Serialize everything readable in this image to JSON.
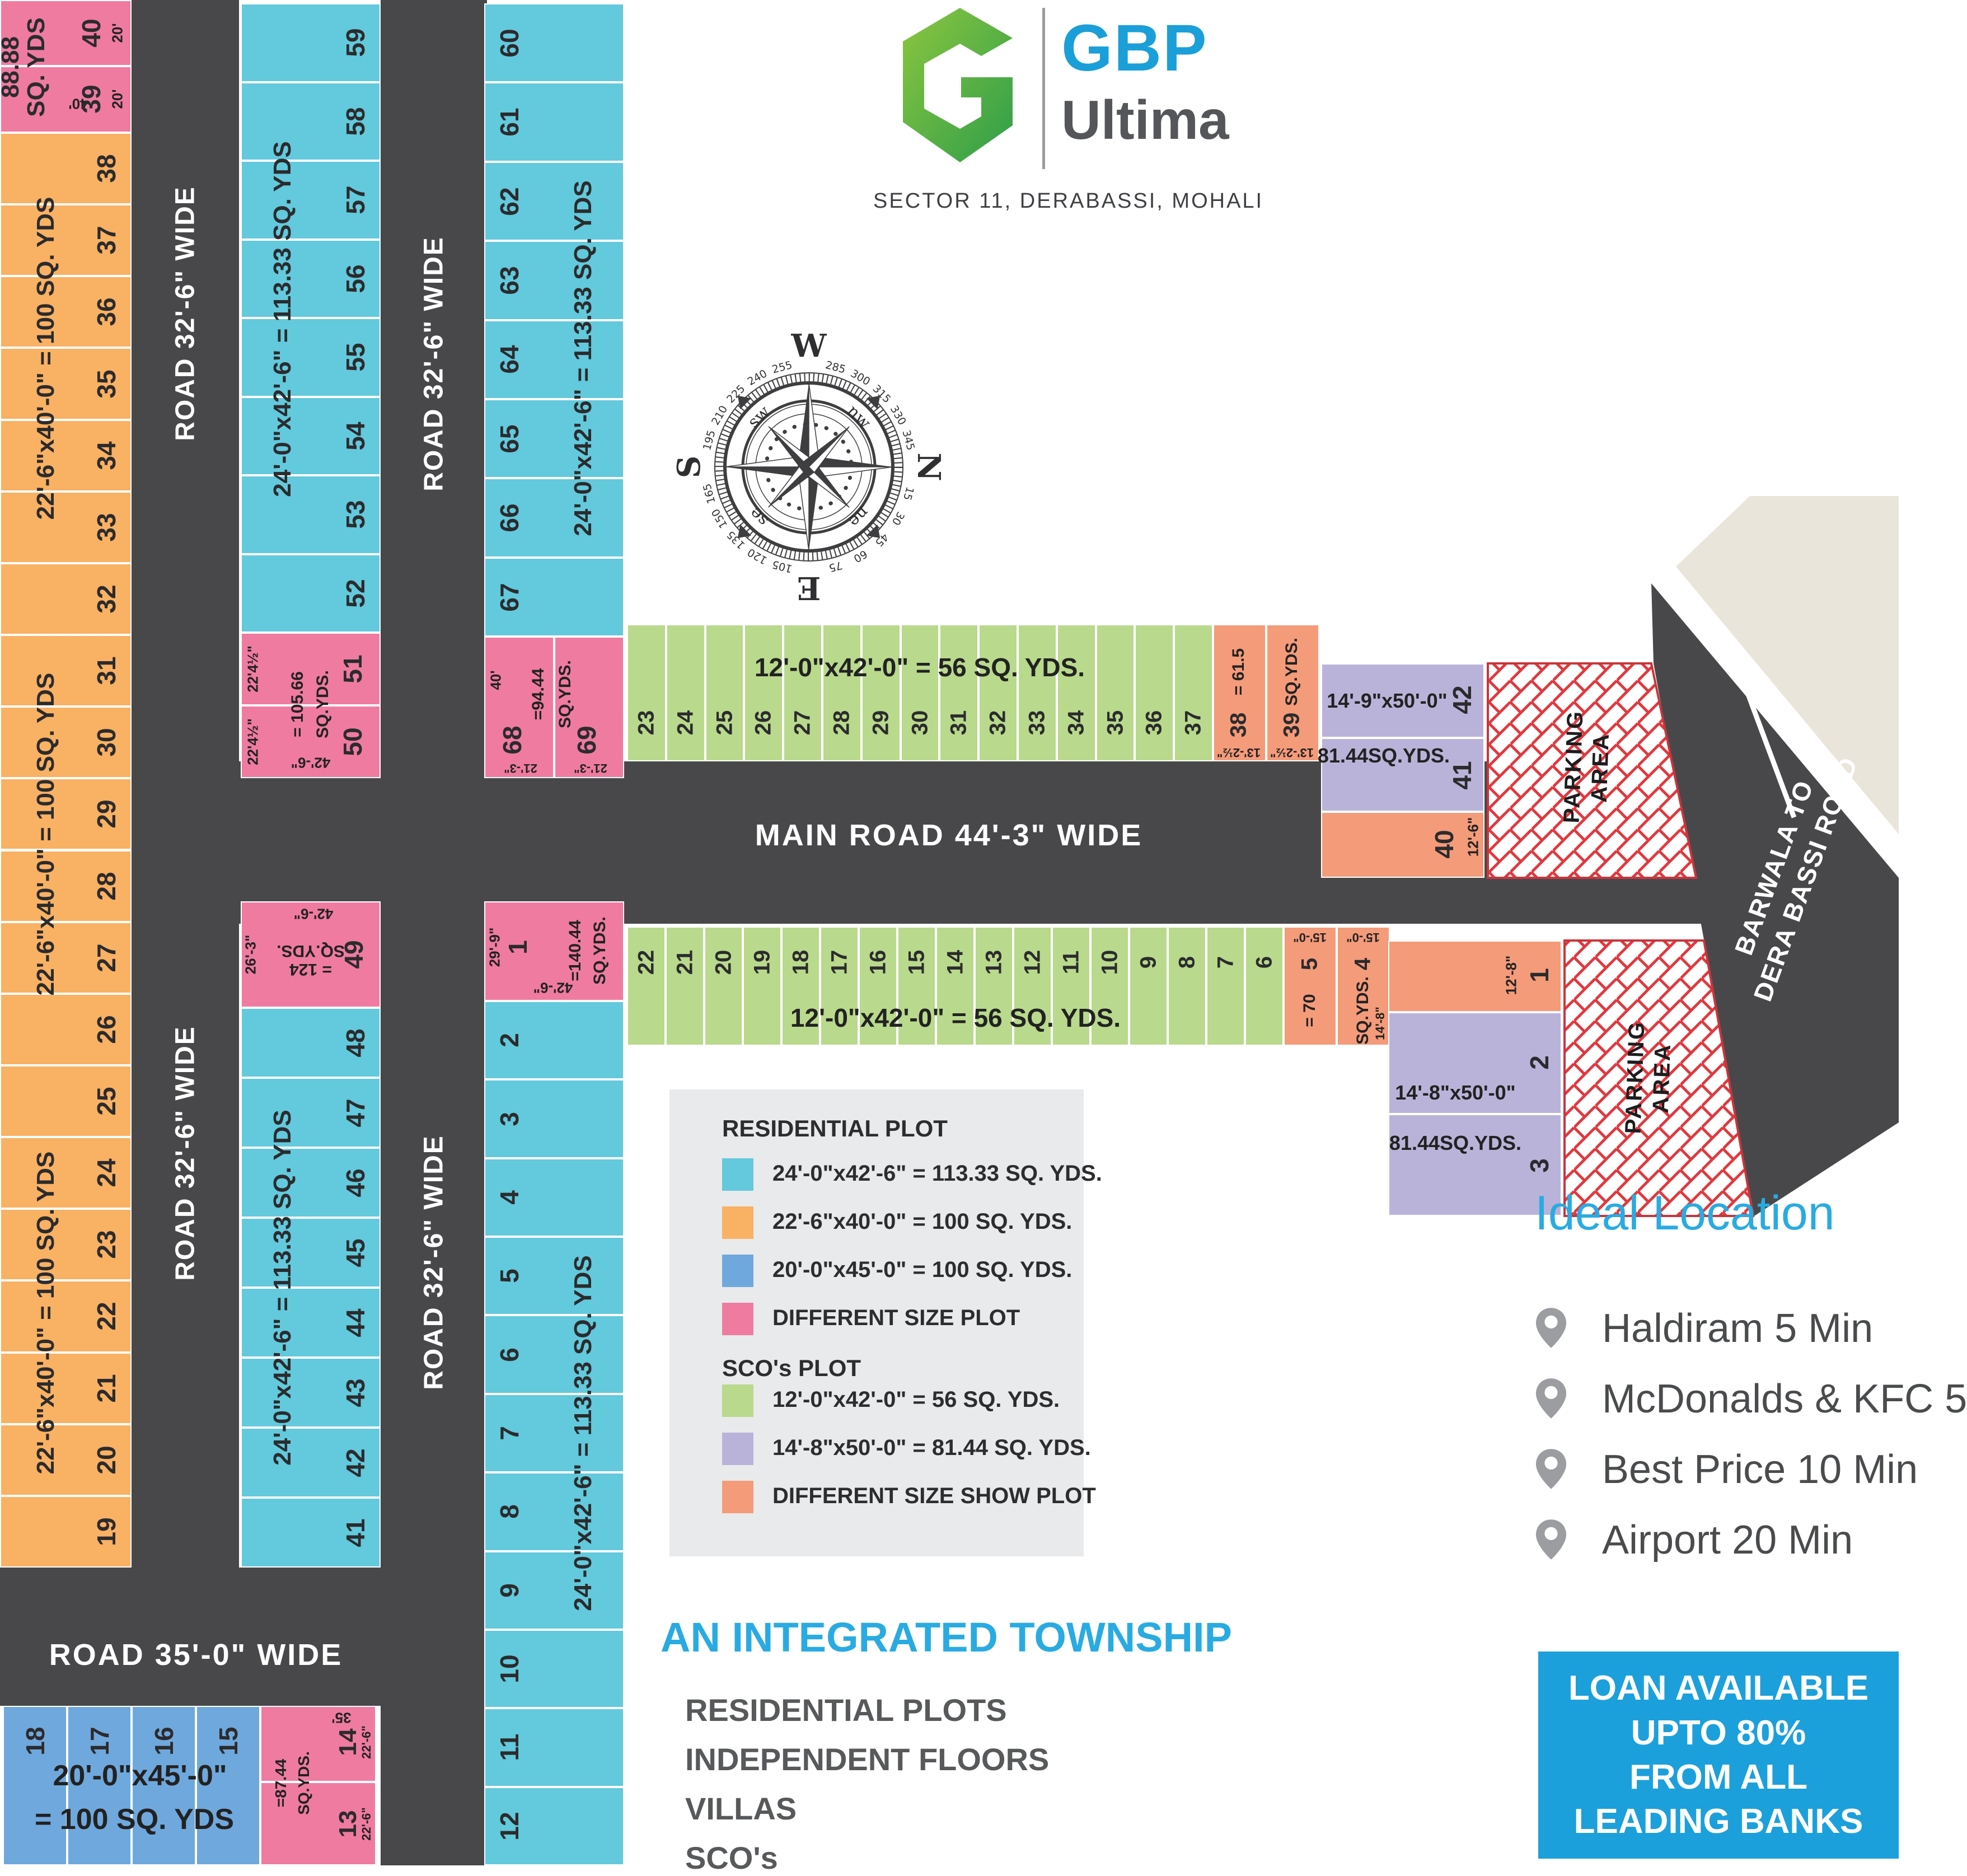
{
  "colors": {
    "road": "#48484a",
    "cyanPlot": "#63c9dc",
    "orangePlot": "#f9b163",
    "bluePlot": "#6fa8dc",
    "pinkPlot": "#ef7ba1",
    "greenPlot": "#b9d98c",
    "purplePlot": "#bab3d9",
    "salmonPlot": "#f49b7a",
    "accentBlue": "#29abe2",
    "loanBlue": "#1ca0db",
    "hatchRed": "#e0393f",
    "logoGreenLight": "#8cc63f",
    "logoGreenDark": "#2e9e49"
  },
  "header": {
    "brand": "GBP",
    "name": "Ultima",
    "subtitle": "SECTOR 11, DERABASSI, MOHALI"
  },
  "roads": {
    "road32": "ROAD 32'-6\" WIDE",
    "main": "MAIN ROAD 44'-3\" WIDE",
    "road35": "ROAD 35'-0\" WIDE",
    "barwala1": "BARWALA TO",
    "barwala2": "DERA BASSI ROAD"
  },
  "parking": {
    "line1": "PARKING",
    "line2": "AREA"
  },
  "plan": {
    "resPlotLabel": "24'-0\"x42'-6\" = 113.33 SQ. YDS",
    "orangeLabel": "22'-6\"x40'-0\" = 100 SQ. YDS",
    "scoHeader": "12'-0\"x42'-0\" = 56 SQ. YDS.",
    "cornerPink": {
      "area1": "88.88",
      "area2": "SQ. YDS",
      "depth": "40'",
      "nums": [
        "40",
        "39"
      ],
      "widths": [
        "20'",
        "20'"
      ]
    },
    "westColumn": {
      "numbers": [
        "38",
        "37",
        "36",
        "35",
        "34",
        "33",
        "32",
        "31",
        "30",
        "29",
        "28",
        "27",
        "26",
        "25",
        "24",
        "23",
        "22",
        "21",
        "20",
        "19"
      ]
    },
    "col2Upper": {
      "numbers": [
        "59",
        "58",
        "57",
        "56",
        "55",
        "54",
        "53",
        "52"
      ]
    },
    "pink5051": {
      "nums": [
        "51",
        "50"
      ],
      "dims": [
        "22'4½\"",
        "22'4½\""
      ],
      "area1": "= 105.66",
      "area2": "SQ.YDS.",
      "width": "42'-6\""
    },
    "pink49": {
      "n": "49",
      "width": "42'-6\"",
      "height": "26'-3\"",
      "area1": "= 124",
      "area2": "SQ.YDS."
    },
    "col2Lower": {
      "numbers": [
        "48",
        "47",
        "46",
        "45",
        "44",
        "43",
        "42",
        "41"
      ]
    },
    "col3Upper": {
      "numbers": [
        "60",
        "61",
        "62",
        "63",
        "64",
        "65",
        "66",
        "67"
      ]
    },
    "pink6869": {
      "nums": [
        "68",
        "69"
      ],
      "depth": "40'",
      "area1": "=94.44",
      "area2": "SQ.YDS.",
      "dims": [
        "21'-3\"",
        "21'-3\""
      ]
    },
    "pinkOne": {
      "n": "1",
      "height": "29'-9\"",
      "area1": "=140.44",
      "area2": "SQ.YDS.",
      "width": "42'-6\""
    },
    "colEast": {
      "numbers": [
        "2",
        "3",
        "4",
        "5",
        "6",
        "7",
        "8",
        "9",
        "10",
        "11",
        "12"
      ]
    },
    "stripUpper": {
      "numbers": [
        "23",
        "24",
        "25",
        "26",
        "27",
        "28",
        "29",
        "30",
        "31",
        "32",
        "33",
        "34",
        "35",
        "36",
        "37"
      ]
    },
    "salmon3839": {
      "nums": [
        "38",
        "39"
      ],
      "area1": "= 61.5",
      "area2": "SQ.YDS.",
      "dims": [
        "13'-2½\"",
        "13'-2½\""
      ]
    },
    "stepTop": {
      "nums": [
        "42",
        "41",
        "40"
      ],
      "label1": "14'-9\"x50'-0\"",
      "label2": "81.44SQ.YDS.",
      "dim": "12'-6\""
    },
    "stripLower": {
      "numbers": [
        "22",
        "21",
        "20",
        "19",
        "18",
        "17",
        "16",
        "15",
        "14",
        "13",
        "12",
        "11",
        "10",
        "9",
        "8",
        "7",
        "6"
      ]
    },
    "salmon54": {
      "nums": [
        "5",
        "4"
      ],
      "dims": [
        "15'-0\"",
        "15'-0\""
      ],
      "area1": "= 70",
      "area2": "SQ.YDS.",
      "dim": "14'-8\""
    },
    "stepBottom": {
      "nums": [
        "1",
        "2",
        "3"
      ],
      "dim": "12'-8\"",
      "label1": "14'-8\"x50'-0\"",
      "label2": "81.44SQ.YDS."
    },
    "blueRow": {
      "numbers": [
        "18",
        "17",
        "16",
        "15"
      ],
      "label1": "20'-0\"x45'-0\"",
      "label2": "= 100 SQ. YDS"
    },
    "pink1314": {
      "nums": [
        "14",
        "13"
      ],
      "dimTop": "35'",
      "area1": "=87.44",
      "area2": "SQ.YDS.",
      "dims": [
        "22'-6\"",
        "22'-6\""
      ]
    }
  },
  "compass": {
    "cardinals": [
      "W",
      "N",
      "S",
      "E"
    ],
    "inter": [
      "sw",
      "nw",
      "se",
      "ne"
    ],
    "degrees": [
      15,
      30,
      45,
      60,
      75,
      105,
      120,
      135,
      150,
      165,
      195,
      210,
      225,
      240,
      255,
      285,
      300,
      315,
      330,
      345
    ]
  },
  "legend": {
    "residentialHeading": "RESIDENTIAL PLOT",
    "scoHeading": "SCO's PLOT",
    "resRows": [
      {
        "swatch": "#63c9dc",
        "label": "24'-0\"x42'-6\" = 113.33 SQ. YDS."
      },
      {
        "swatch": "#f9b163",
        "label": "22'-6\"x40'-0\" = 100 SQ. YDS."
      },
      {
        "swatch": "#6fa8dc",
        "label": "20'-0\"x45'-0\" = 100 SQ. YDS."
      },
      {
        "swatch": "#ef7ba1",
        "label": "DIFFERENT SIZE PLOT"
      }
    ],
    "scoRows": [
      {
        "swatch": "#b9d98c",
        "label": "12'-0\"x42'-0\" = 56 SQ. YDS."
      },
      {
        "swatch": "#bab3d9",
        "label": "14'-8\"x50'-0\" = 81.44 SQ. YDS."
      },
      {
        "swatch": "#f49b7a",
        "label": "DIFFERENT SIZE SHOW PLOT"
      }
    ]
  },
  "ideal": {
    "title": "Ideal Location",
    "items": [
      "Haldiram 5 Min",
      "McDonalds & KFC 5",
      "Best Price 10 Min",
      "Airport 20 Min"
    ]
  },
  "township": {
    "title": "AN INTEGRATED TOWNSHIP",
    "items": [
      "RESIDENTIAL PLOTS",
      "INDEPENDENT FLOORS",
      "VILLAS",
      "SCO's"
    ]
  },
  "loan": {
    "lines": [
      "LOAN AVAILABLE",
      "UPTO 80%",
      "FROM ALL",
      "LEADING BANKS"
    ]
  }
}
